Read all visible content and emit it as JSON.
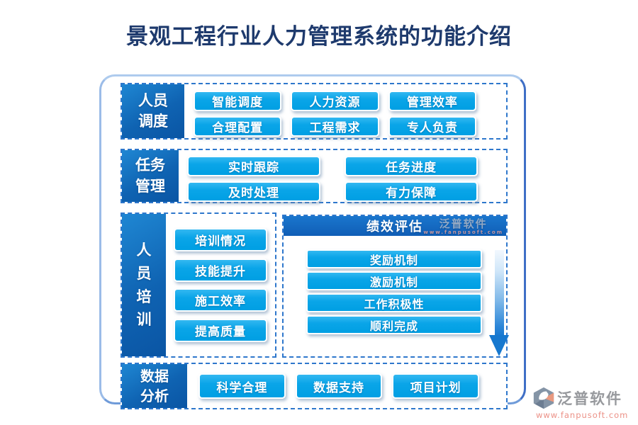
{
  "title": "景观工程行业人力管理系统的功能介绍",
  "colors": {
    "title_text": "#1e3a6d",
    "button_cyan": "#00a0e4",
    "label_blue_dark": "#0a55a4",
    "label_blue_light": "#1f87d3",
    "dashed_border": "#2e77cc",
    "frame_blue": "#6f9bd9",
    "eval_header_blue": "#105eb6",
    "logo_gray": "#97999d",
    "logo_salmon": "#ec9187"
  },
  "sections": {
    "scheduling": {
      "label": "人员\n调度",
      "buttons": [
        "智能调度",
        "人力资源",
        "管理效率",
        "合理配置",
        "工程需求",
        "专人负责"
      ]
    },
    "tasks": {
      "label": "任务\n管理",
      "buttons": [
        "实时跟踪",
        "任务进度",
        "及时处理",
        "有力保障"
      ]
    },
    "training": {
      "label": "人\n员\n培\n训",
      "buttons": [
        "培训情况",
        "技能提升",
        "施工效率",
        "提高质量"
      ]
    },
    "evaluation": {
      "header": "绩效评估",
      "buttons": [
        "奖励机制",
        "激励机制",
        "工作积极性",
        "顺利完成"
      ],
      "arrow_icon": "down-arrow-icon"
    },
    "data_analysis": {
      "label": "数据\n分析",
      "buttons": [
        "科学合理",
        "数据支持",
        "项目计划"
      ]
    }
  },
  "watermark": {
    "name": "泛普软件",
    "url": "www.fanpusoft.com"
  },
  "logo": {
    "name": "泛普软件",
    "url": "www.fanpusoft.com"
  }
}
